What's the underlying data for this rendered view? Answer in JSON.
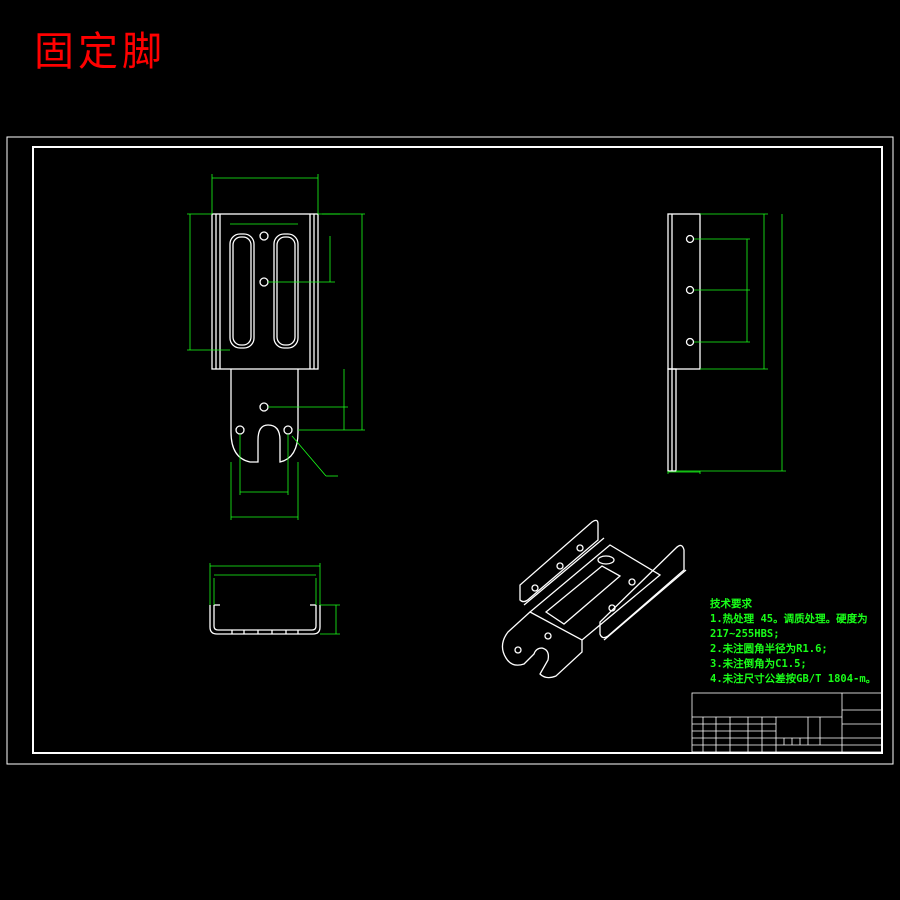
{
  "drawing": {
    "title": "固定脚",
    "tech_notes": {
      "heading": "技术要求",
      "items": [
        "1.热处理 45。调质处理。硬度为",
        "217~255HBS;",
        "2.未注圆角半径为R1.6;",
        "3.未注倒角为C1.5;",
        "4.未注尺寸公差按GB/T 1804-m。"
      ]
    }
  },
  "colors": {
    "background": "#000000",
    "outline": "#ffffff",
    "dimension": "#19ff19",
    "title": "#ff0000"
  }
}
